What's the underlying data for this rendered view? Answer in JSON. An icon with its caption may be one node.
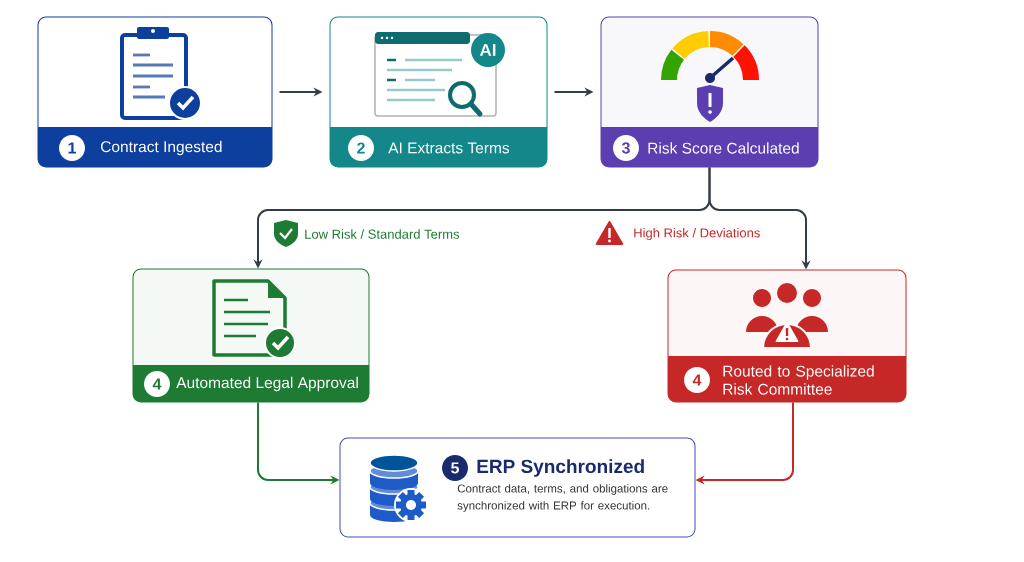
{
  "diagram": {
    "nodes": [
      {
        "text": [
          "1",
          "Contract Ingested"
        ]
      },
      {
        "text": [
          "AI",
          "2",
          "AI Extracts Terms"
        ]
      },
      {
        "text": [
          "3",
          "Risk Score Calculated"
        ]
      },
      {
        "text": [
          "4",
          "Automated Legal Approval"
        ]
      },
      {
        "text": [
          "4",
          "Routed to Specialized Risk Committee"
        ]
      },
      {
        "text": [
          "5",
          "ERP Synchronized",
          "Contract data, terms, and obligations are synchronized with ERP for execution."
        ]
      }
    ],
    "edges": [
      {
        "from": 0,
        "to": 1,
        "arrow": "to"
      },
      {
        "from": 1,
        "to": 2,
        "arrow": "to"
      },
      {
        "from": 2,
        "to": 3,
        "arrow": "to",
        "label": "Low Risk / Standard Terms"
      },
      {
        "from": 2,
        "to": 4,
        "arrow": "to",
        "label": "High Risk / Deviations"
      },
      {
        "from": 3,
        "to": 5,
        "arrow": "to",
        "color": "#1e7b34"
      },
      {
        "from": 4,
        "to": 5,
        "arrow": "to",
        "color": "#c62828"
      }
    ]
  }
}
